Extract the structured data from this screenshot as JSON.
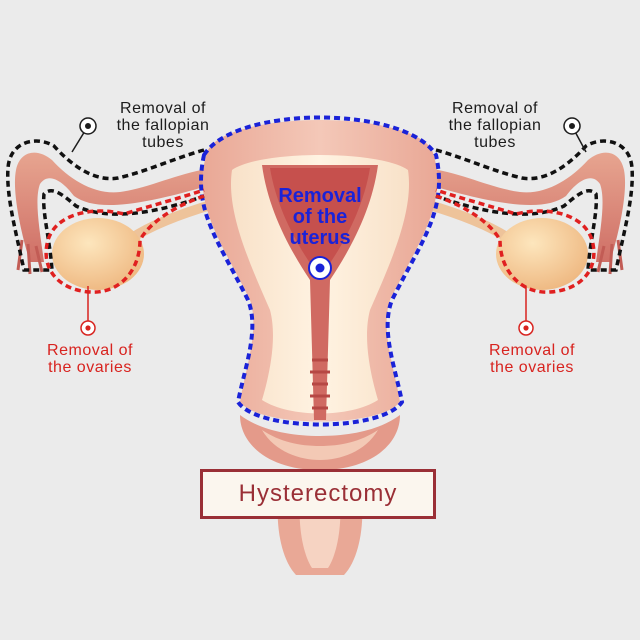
{
  "title": "Hysterectomy",
  "labels": {
    "tubes_left": "Removal of\nthe fallopian\ntubes",
    "tubes_right": "Removal of\nthe fallopian\ntubes",
    "ovaries_left": "Removal of\nthe ovaries",
    "ovaries_right": "Removal of\nthe ovaries",
    "uterus": "Removal\nof the\nuterus"
  },
  "colors": {
    "background": "#ebebeb",
    "tubes_outline": "#111111",
    "ovaries_outline": "#e02020",
    "uterus_outline": "#1a22d8",
    "title_border": "#9a2f36",
    "tissue": "#e9a28f",
    "tissue_dark": "#c85a55",
    "ovary": "#f6d19a"
  },
  "icons": {
    "marker_tubes": "target-dot-icon",
    "marker_ovaries": "target-dot-icon",
    "marker_uterus": "target-dot-icon"
  }
}
